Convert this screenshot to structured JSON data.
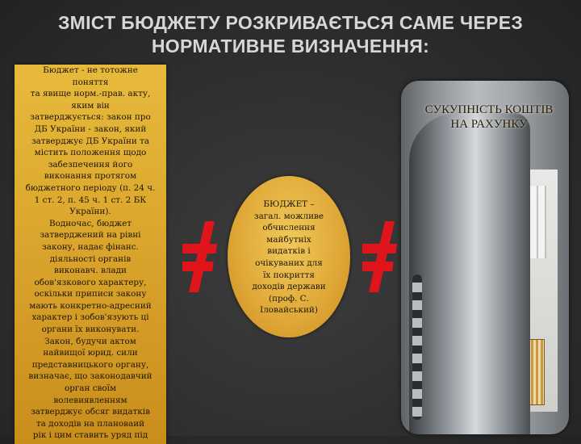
{
  "title": {
    "line1": "ЗМІСТ БЮДЖЕТУ РОЗКРИВАЄТЬСЯ САМЕ ЧЕРЕЗ",
    "line2": "НОРМАТИВНЕ ВИЗНАЧЕННЯ:"
  },
  "left_box": {
    "lines": [
      "Бюджет - не тотожне",
      "поняття",
      "та явище норм.-прав. акту,",
      "яким він",
      "затверджується: закон про",
      "ДБ України - закон, який",
      "затверджує ДБ України та",
      "містить положення щодо",
      "забезпечення його",
      "виконання протягом",
      "бюджетного періоду (п. 24 ч.",
      "1 ст. 2, п. 45 ч. 1 ст. 2 БК",
      "України).",
      "Водночас, бюджет",
      "затверджений на рівні",
      "закону, надає фінанс.",
      "діяльності органів",
      "виконавч. влади",
      "обов'язкового характеру,",
      "оскільки приписи закону",
      "мають конкретно-адресний",
      "характер і зобов'язують ці",
      "органи їх виконувати.",
      "Закон, будучи актом",
      "найвищої юрид. сили",
      "представницького органу,",
      "визначає, що законодавчий",
      "орган своїм",
      "волевиявленням",
      "затверджує обсяг видатків",
      "та доходів на плановаий",
      "рік і цим ставить уряд під"
    ]
  },
  "circle": {
    "lines": [
      "БЮДЖЕТ –",
      "загал. можливе",
      "обчислення",
      "майбутніх",
      "видатків і",
      "очікуваних для",
      "їх покриття",
      "доходів держави",
      "(проф. С.",
      "Іловайський)"
    ]
  },
  "vault": {
    "lines": [
      "СУКУПНІСТЬ КОШТІВ",
      "НА РАХУНКУ"
    ]
  },
  "colors": {
    "accent_gold": "#dba62d",
    "not_equal_red": "#e0141b",
    "title_gray": "#d7d7d7"
  },
  "icons": {
    "not_equal_left": "not-equal-icon",
    "not_equal_right": "not-equal-icon"
  }
}
